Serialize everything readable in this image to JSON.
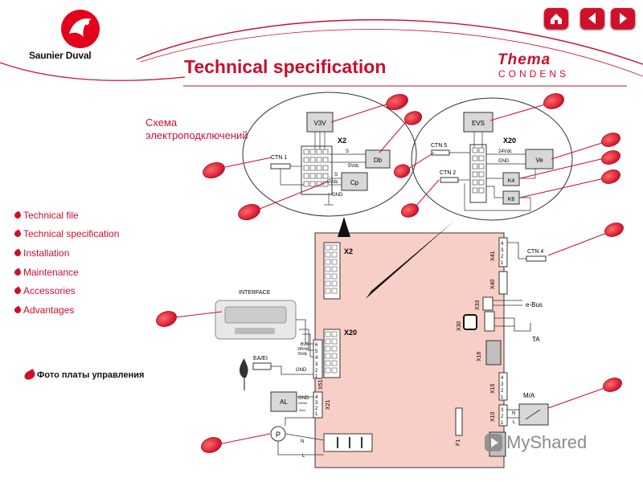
{
  "header": {
    "brand_name": "Saunier Duval",
    "title": "Technical specification",
    "product_line": "Thema",
    "product_sub": "CONDENS",
    "nav": [
      "home-icon",
      "arrow-left-icon",
      "arrow-right-icon"
    ]
  },
  "menu": {
    "items": [
      {
        "label": "Technical file"
      },
      {
        "label": "Technical specification"
      },
      {
        "label": "Installation"
      },
      {
        "label": "Maintenance"
      },
      {
        "label": "Accessories"
      },
      {
        "label": "Advantages"
      }
    ],
    "photo_link": "Фото платы управления"
  },
  "diagram": {
    "schema_label_1": "Схема",
    "schema_label_2": "электроподключений",
    "left_zoom": {
      "v3v": "V3V",
      "connector": "X2",
      "ctn1": "CTN 1",
      "db": "Db",
      "cp": "Cp",
      "s1": "S",
      "v5vdc_1": "5Vdc",
      "s2": "S",
      "v5vdc_2": "5Vdc",
      "gnd": "GND"
    },
    "right_zoom": {
      "evs": "EVS",
      "connector": "X20",
      "ctn5": "CTN 5",
      "v24vdc": "24Vdc",
      "gnd": "GND",
      "ve": "Ve",
      "ctn2": "CTN 2",
      "k4": "K4",
      "k6": "K6"
    },
    "board": {
      "x2": "X2",
      "x20": "X20",
      "x41": "X41",
      "x40": "X40",
      "x33": "X33",
      "x30": "X30",
      "x16": "X16",
      "x15": "X15",
      "x10": "X10",
      "x51": "X51",
      "x21": "X21",
      "f1": "F1",
      "pins_x41": [
        "4",
        "3",
        "2",
        "1"
      ],
      "pins_x51": [
        "6",
        "5",
        "4",
        "3",
        "2",
        "1"
      ],
      "pins_x21": [
        "4",
        "3",
        "2",
        "1"
      ],
      "pins_x15": [
        "4",
        "3",
        "2",
        "1"
      ],
      "pins_x10": [
        "3",
        "2",
        "1"
      ]
    },
    "external": {
      "interface": "INTERFACE",
      "ctn4": "CTN 4",
      "ebus": "e-Bus",
      "ta": "TA",
      "ma": "M/A",
      "ea_ei": "EA/EI",
      "al": "AL",
      "p": "P",
      "gnd_x51": "GND",
      "gnd_x21": "GND",
      "bus": "BUS",
      "v24vdc": "24Vdc",
      "v5vdc": "5Vdc",
      "n1": "N",
      "n2": "N",
      "l1": "L",
      "l2": "L",
      "v24vdc_x21": "24Vdc",
      "gnd_x21b": "Gnd"
    }
  },
  "watermark": "MyShared",
  "colors": {
    "accent": "#c8102e",
    "board": "#f8cfc6",
    "bullet": "#d0102a"
  }
}
